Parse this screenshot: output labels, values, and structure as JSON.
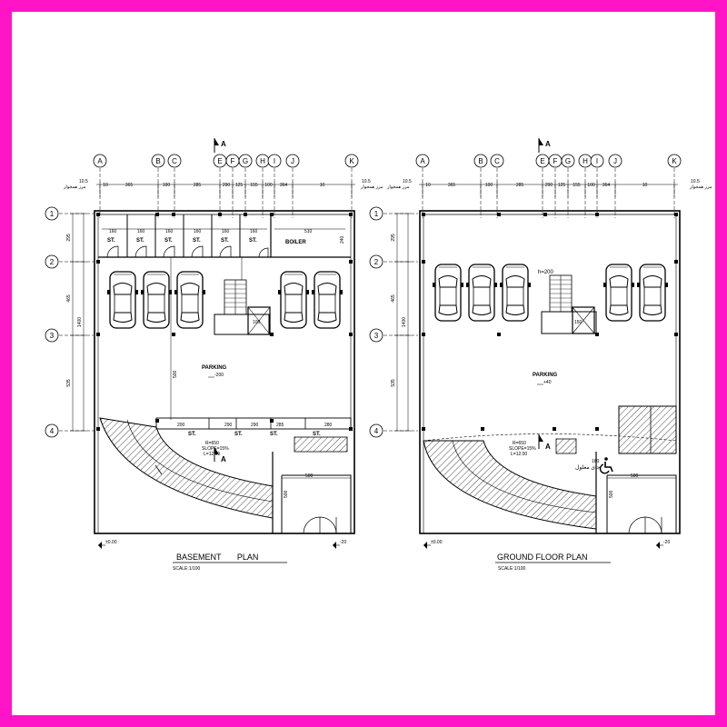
{
  "colors": {
    "border": "#ff14c8",
    "paper": "#ffffff",
    "ink": "#000000"
  },
  "grid": {
    "columns": [
      "A",
      "B",
      "C",
      "E",
      "F",
      "G",
      "H",
      "I",
      "J",
      "K"
    ],
    "rows": [
      "1",
      "2",
      "3",
      "4"
    ],
    "column_dims": [
      "10",
      "365",
      "100",
      "285",
      "290",
      "125",
      "155",
      "100",
      "364",
      "10"
    ],
    "row_dims": [
      "295",
      "465",
      "1400",
      "535"
    ],
    "edge_level": "10.5",
    "edge_label": "مرز همجوار"
  },
  "plans": [
    {
      "id": "basement",
      "title": "BASEMENT       PLAN",
      "scale": "SCALE:1/100",
      "rooms": {
        "storage_label": "ST.",
        "storage_widths": [
          "160",
          "160",
          "160",
          "160",
          "160",
          "160"
        ],
        "boiler": "BOILER",
        "boiler_width": "510",
        "boiler_depth": "240",
        "lower_storage_widths": [
          "290",
          "290",
          "285",
          "280"
        ],
        "lower_storage_height": "200"
      },
      "parking_label": "PARKING",
      "parking_level": "-200",
      "parking_span": "500",
      "ramp": {
        "radius": "R=650",
        "slope": "SLOPE=15%",
        "length": "L=12.00"
      },
      "entry_width": "500",
      "entry_depth": "500",
      "level_left": "±0.00",
      "level_right": "-20",
      "stair_depth": "100"
    },
    {
      "id": "ground",
      "title": "GROUND FLOOR PLAN",
      "scale": "SCALE:1/100",
      "clear_height": "h=200",
      "parking_label": "PARKING",
      "parking_level": "+40",
      "ramp": {
        "radius": "R=650",
        "slope": "SLOPE=15%",
        "length": "L=12.00"
      },
      "accessible_label": "جای معلول",
      "accessible_width": "160",
      "entry_width": "500",
      "entry_depth": "500",
      "level_left": "±0.00",
      "level_right": "-20",
      "stair_depth": "150"
    }
  ]
}
